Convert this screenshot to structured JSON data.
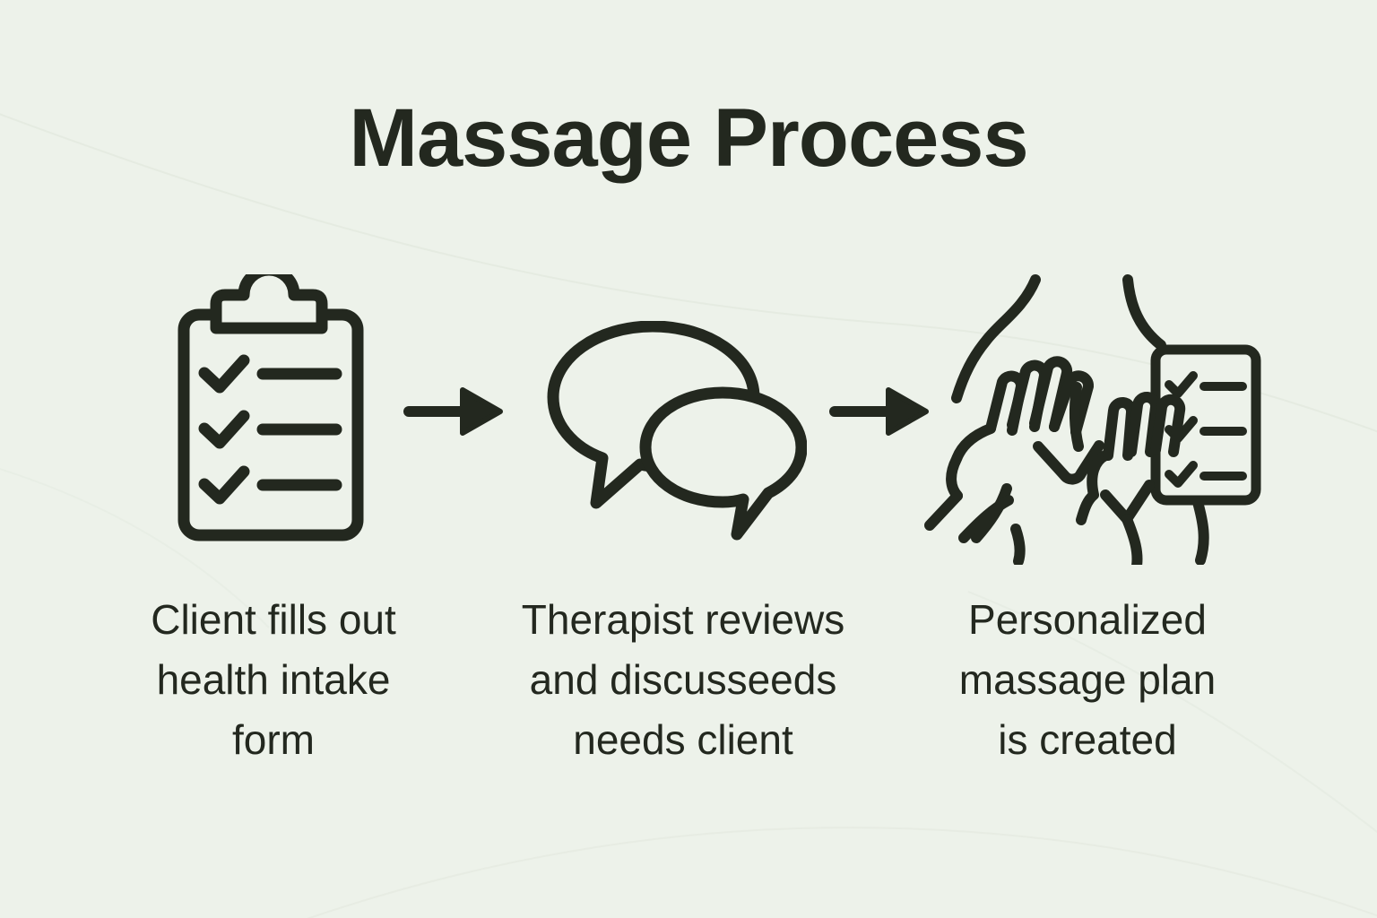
{
  "title": "Massage Process",
  "colors": {
    "bg": "#edf2ea",
    "ink": "#23281f",
    "texture": "#e2e8de"
  },
  "steps": [
    {
      "icon": "clipboard-checklist-icon",
      "label_lines": [
        "Client fills out",
        "health intake",
        "form"
      ]
    },
    {
      "icon": "speech-bubbles-icon",
      "label_lines": [
        "Therapist reviews",
        "and discusseeds",
        "needs client"
      ]
    },
    {
      "icon": "massage-hands-plan-icon",
      "label_lines": [
        "Personalized",
        "massage plan",
        "is created"
      ]
    }
  ],
  "arrows": [
    {
      "icon": "right-arrow-icon"
    },
    {
      "icon": "right-arrow-icon"
    }
  ]
}
